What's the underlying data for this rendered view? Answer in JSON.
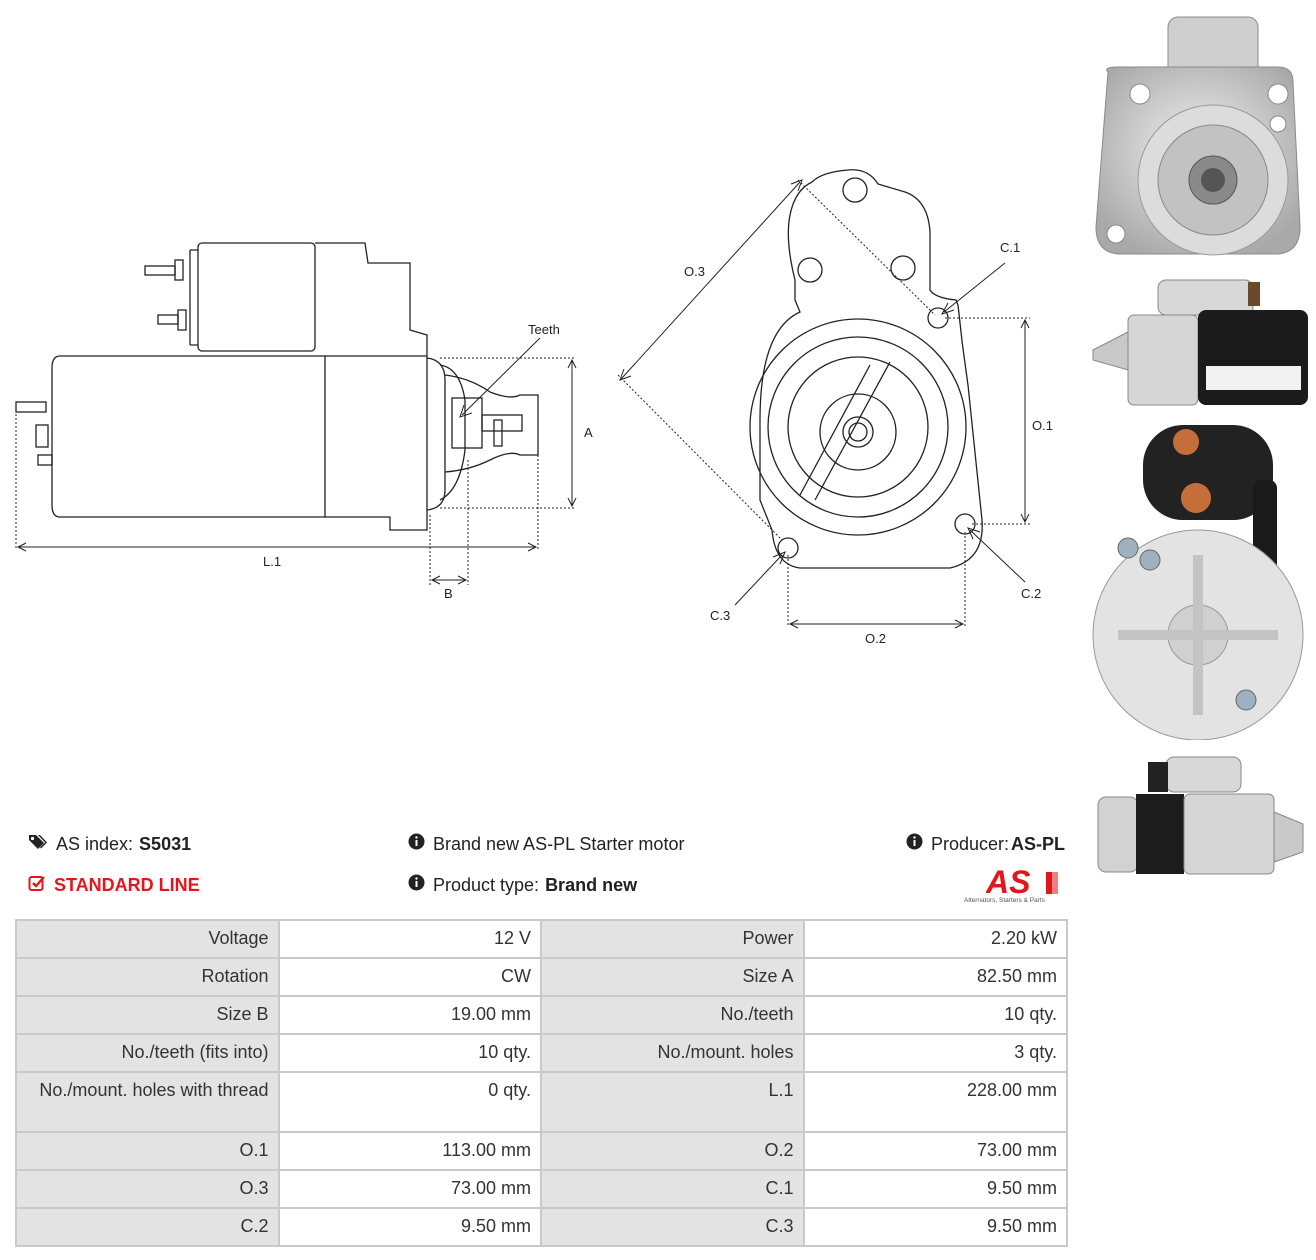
{
  "drawing_labels": {
    "teeth": "Teeth",
    "a": "A",
    "b": "B",
    "l1": "L.1",
    "o1": "O.1",
    "o2": "O.2",
    "o3": "O.3",
    "c1": "C.1",
    "c2": "C.2",
    "c3": "C.3"
  },
  "product": {
    "index_label": "AS index:",
    "index_value": "S5031",
    "line": "STANDARD LINE",
    "description": "Brand new AS-PL Starter motor",
    "type_label": "Product type:",
    "type_value": "Brand new",
    "producer_label": "Producer:",
    "producer_value": "AS-PL"
  },
  "logo": {
    "text": "AS",
    "tagline": "Alternators, Starters & Parts",
    "color": "#e3161b"
  },
  "icons": {
    "tags": "tags-icon",
    "check": "check-square-icon",
    "info": "info-circle-icon"
  },
  "specs": [
    {
      "k1": "Voltage",
      "v1": "12 V",
      "k2": "Power",
      "v2": "2.20 kW"
    },
    {
      "k1": "Rotation",
      "v1": "CW",
      "k2": "Size A",
      "v2": "82.50 mm"
    },
    {
      "k1": "Size B",
      "v1": "19.00 mm",
      "k2": "No./teeth",
      "v2": "10 qty."
    },
    {
      "k1": "No./teeth (fits into)",
      "v1": "10 qty.",
      "k2": "No./mount. holes",
      "v2": "3 qty."
    },
    {
      "k1": "No./mount. holes with thread",
      "v1": "0 qty.",
      "k2": "L.1",
      "v2": "228.00 mm"
    },
    {
      "k1": "O.1",
      "v1": "113.00 mm",
      "k2": "O.2",
      "v2": "73.00 mm"
    },
    {
      "k1": "O.3",
      "v1": "73.00 mm",
      "k2": "C.1",
      "v2": "9.50 mm"
    },
    {
      "k1": "C.2",
      "v1": "9.50 mm",
      "k2": "C.3",
      "v2": "9.50 mm"
    }
  ]
}
